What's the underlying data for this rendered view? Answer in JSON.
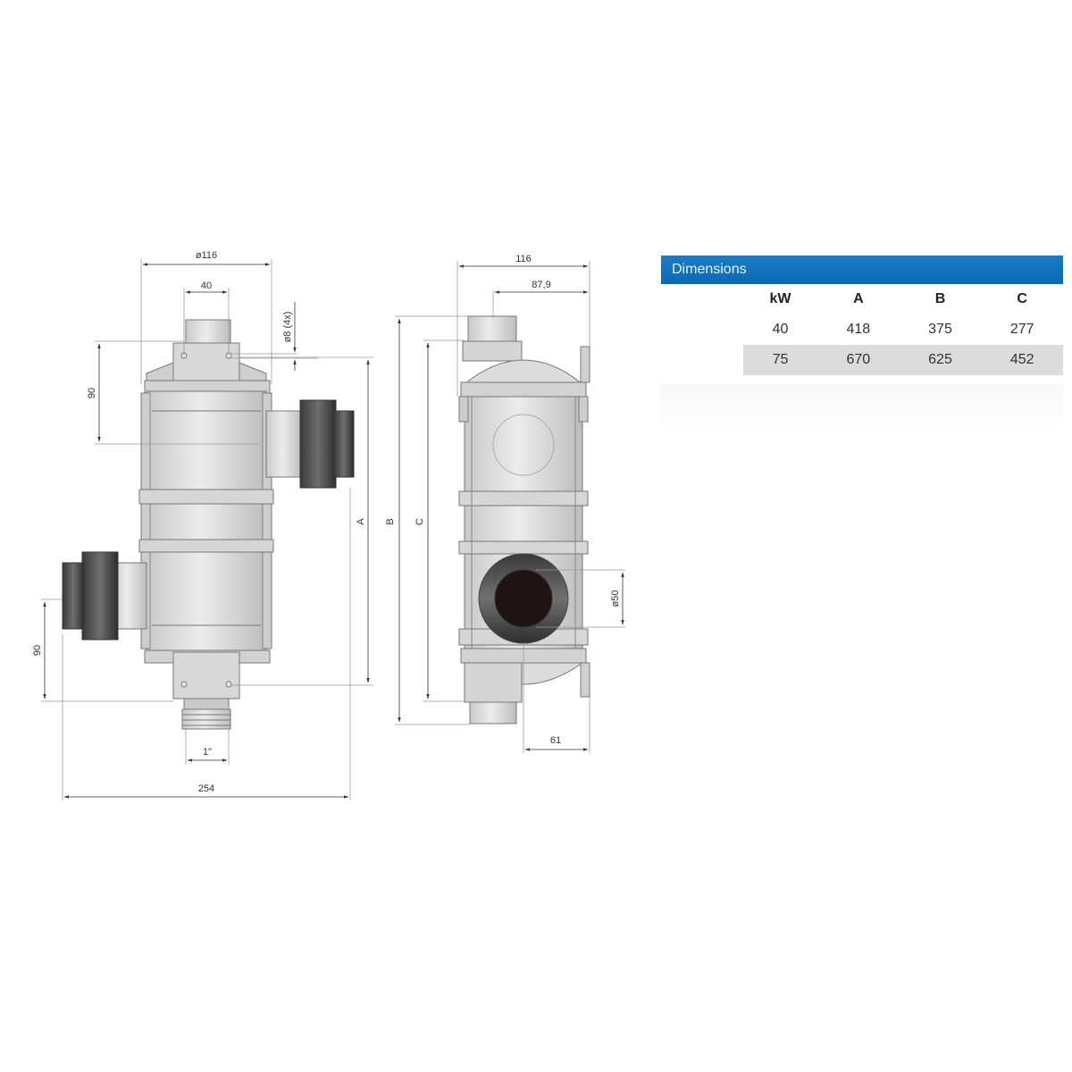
{
  "front_view": {
    "dim_top_diameter": "ø116",
    "dim_top_port": "40",
    "dim_mount_holes": "ø8 (4x)",
    "dim_upper_offset": "90",
    "dim_lower_offset": "90",
    "dim_bottom_thread": "1\"",
    "dim_overall_width": "254",
    "dim_height_a": "A"
  },
  "side_view": {
    "dim_width": "116",
    "dim_port_offset": "87,9",
    "dim_height_b": "B",
    "dim_height_c": "C",
    "dim_port_diameter": "ø50",
    "dim_base": "61"
  },
  "table": {
    "title": "Dimensions",
    "columns": [
      "kW",
      "A",
      "B",
      "C"
    ],
    "rows": [
      [
        "40",
        "418",
        "375",
        "277"
      ],
      [
        "75",
        "670",
        "625",
        "452"
      ]
    ],
    "colors": {
      "header_bg": "#0a6bb5",
      "row_shade": "#dcdcdc"
    }
  }
}
